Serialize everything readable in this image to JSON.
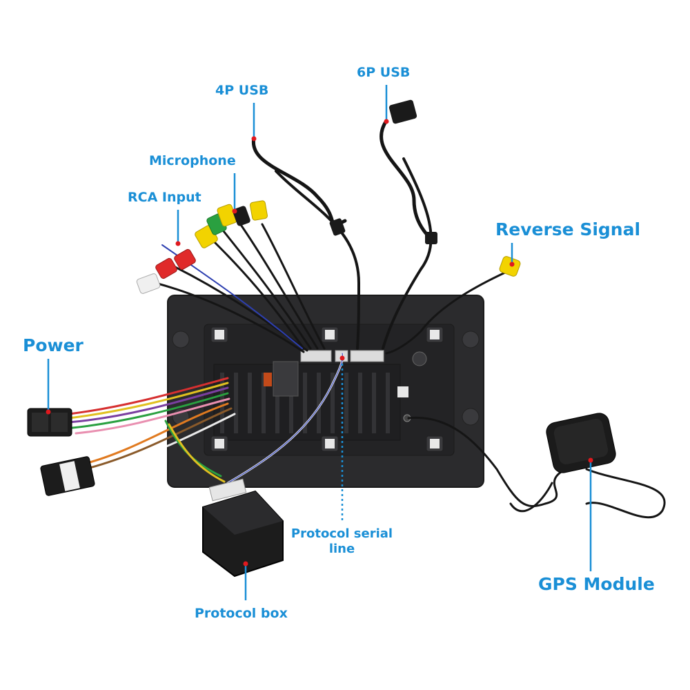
{
  "labels": {
    "usb_4p": "4P USB",
    "usb_6p": "6P USB",
    "microphone": "Microphone",
    "rca_input": "RCA Input",
    "reverse_signal": "Reverse Signal",
    "power": "Power",
    "protocol_serial_line": "Protocol serial line",
    "gps_module": "GPS Module",
    "protocol_box": "Protocol box"
  },
  "colors": {
    "label": "#1a8fd6",
    "leader_line": "#1a8fd6",
    "marker_dot": "#e0191e",
    "panel": "#2a2a2c",
    "cable": "#151515"
  }
}
